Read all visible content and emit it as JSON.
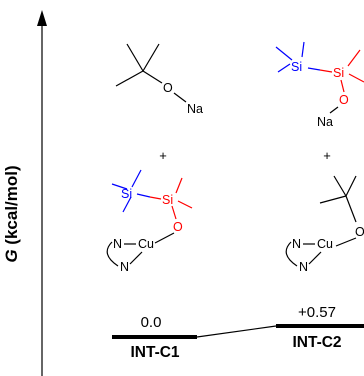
{
  "diagram": {
    "axis": {
      "label_italic": "G",
      "label_rest": " (kcal/mol)"
    },
    "states": [
      {
        "name": "INT-C1",
        "energy": "0.0",
        "top_molecule": {
          "o_label": "O",
          "na_label": "Na"
        },
        "plus": "+",
        "bottom_molecule": {
          "si1": "Si",
          "si2": "Si",
          "o": "O",
          "n1": "N",
          "n2": "N",
          "cu": "Cu"
        }
      },
      {
        "name": "INT-C2",
        "energy": "+0.57",
        "top_molecule": {
          "si1": "Si",
          "si2": "Si",
          "o": "O",
          "na": "Na"
        },
        "plus": "+",
        "bottom_molecule": {
          "n1": "N",
          "n2": "N",
          "cu": "Cu",
          "o": "O"
        }
      }
    ],
    "colors": {
      "silyl": "#0000ff",
      "silanolate": "#ff0000",
      "bond": "#000000"
    }
  }
}
